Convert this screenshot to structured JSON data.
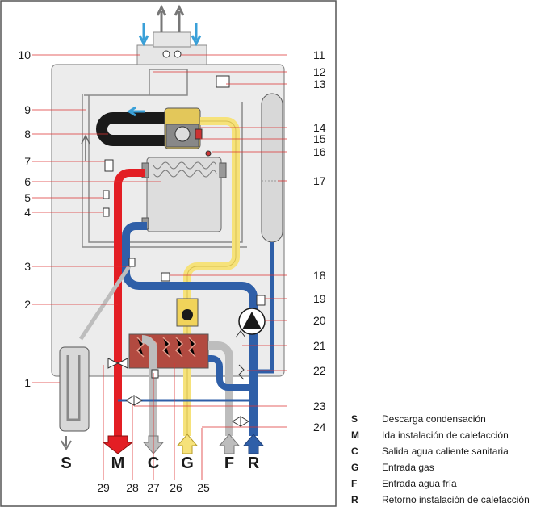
{
  "callouts_left": [
    "10",
    "9",
    "8",
    "7",
    "6",
    "5",
    "4",
    "3",
    "2",
    "1"
  ],
  "callouts_right": [
    "11",
    "12",
    "13",
    "14",
    "15",
    "16",
    "17",
    "18",
    "19",
    "20",
    "21",
    "22",
    "23",
    "24"
  ],
  "bottom_letters": [
    "S",
    "M",
    "C",
    "G",
    "F",
    "R"
  ],
  "bottom_numbers": [
    "29",
    "28",
    "27",
    "26",
    "25"
  ],
  "legend": [
    {
      "key": "S",
      "text": "Descarga condensación"
    },
    {
      "key": "M",
      "text": "Ida instalación de calefacción"
    },
    {
      "key": "C",
      "text": "Salida agua caliente sanitaria"
    },
    {
      "key": "G",
      "text": "Entrada gas"
    },
    {
      "key": "F",
      "text": "Entrada agua fría"
    },
    {
      "key": "R",
      "text": "Retorno instalación de calefacción"
    }
  ],
  "colors": {
    "red": "#e31e24",
    "blue": "#2f5fa8",
    "yellow": "#f6e27a",
    "grey": "#bdbdbd",
    "panel": "#ececec",
    "frame": "#6a6a6a",
    "black": "#1a1a1a"
  }
}
